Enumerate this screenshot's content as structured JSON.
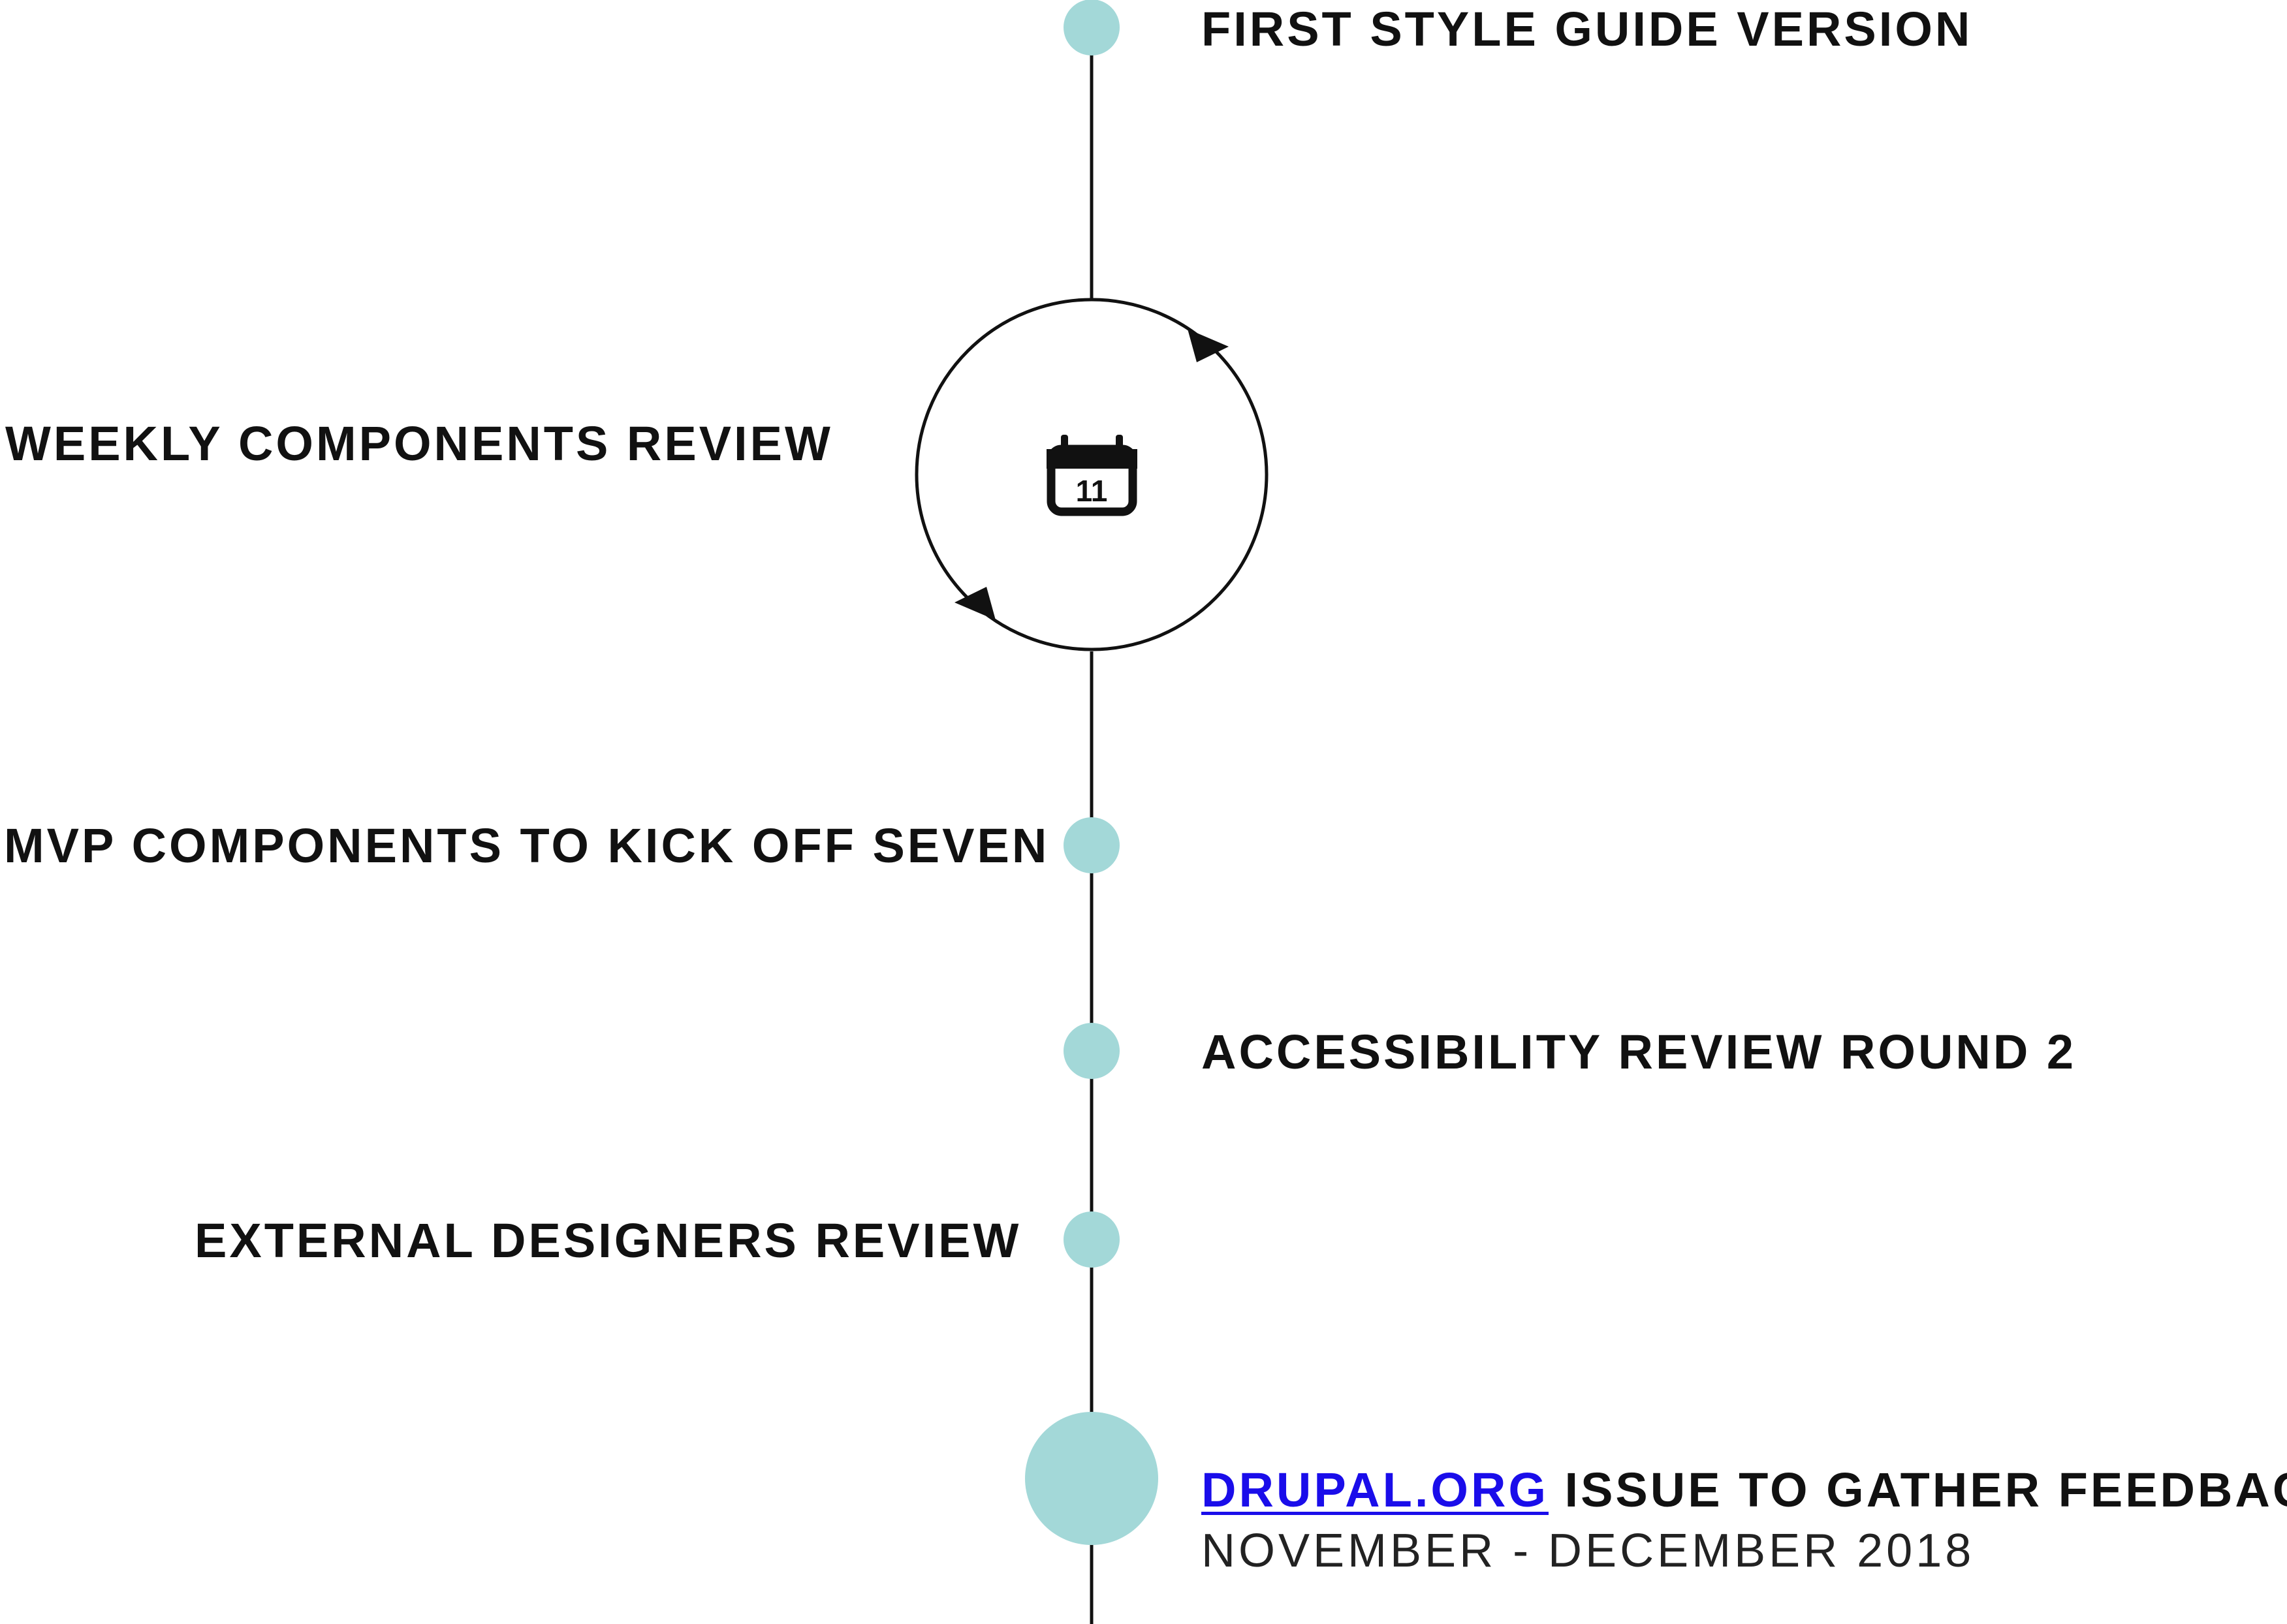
{
  "milestones": {
    "first_style_guide": "FIRST STYLE GUIDE VERSION",
    "weekly_review": "WEEKLY COMPONENTS REVIEW",
    "mvp_components": "MVP COMPONENTS TO KICK OFF SEVEN",
    "accessibility_round2": "ACCESSIBILITY REVIEW ROUND 2",
    "external_designers": "EXTERNAL DESIGNERS REVIEW",
    "feedback_link": "DRUPAL.ORG",
    "feedback_rest": " ISSUE TO GATHER FEEDBACK",
    "feedback_dates": "NOVEMBER - DECEMBER 2018"
  },
  "calendar_day": "11",
  "colors": {
    "node": "#a3d8d8",
    "line": "#111111",
    "text": "#111111",
    "link": "#1a0dea"
  },
  "icons": {
    "cycle": "cycle-arrows-icon",
    "calendar": "calendar-icon"
  }
}
